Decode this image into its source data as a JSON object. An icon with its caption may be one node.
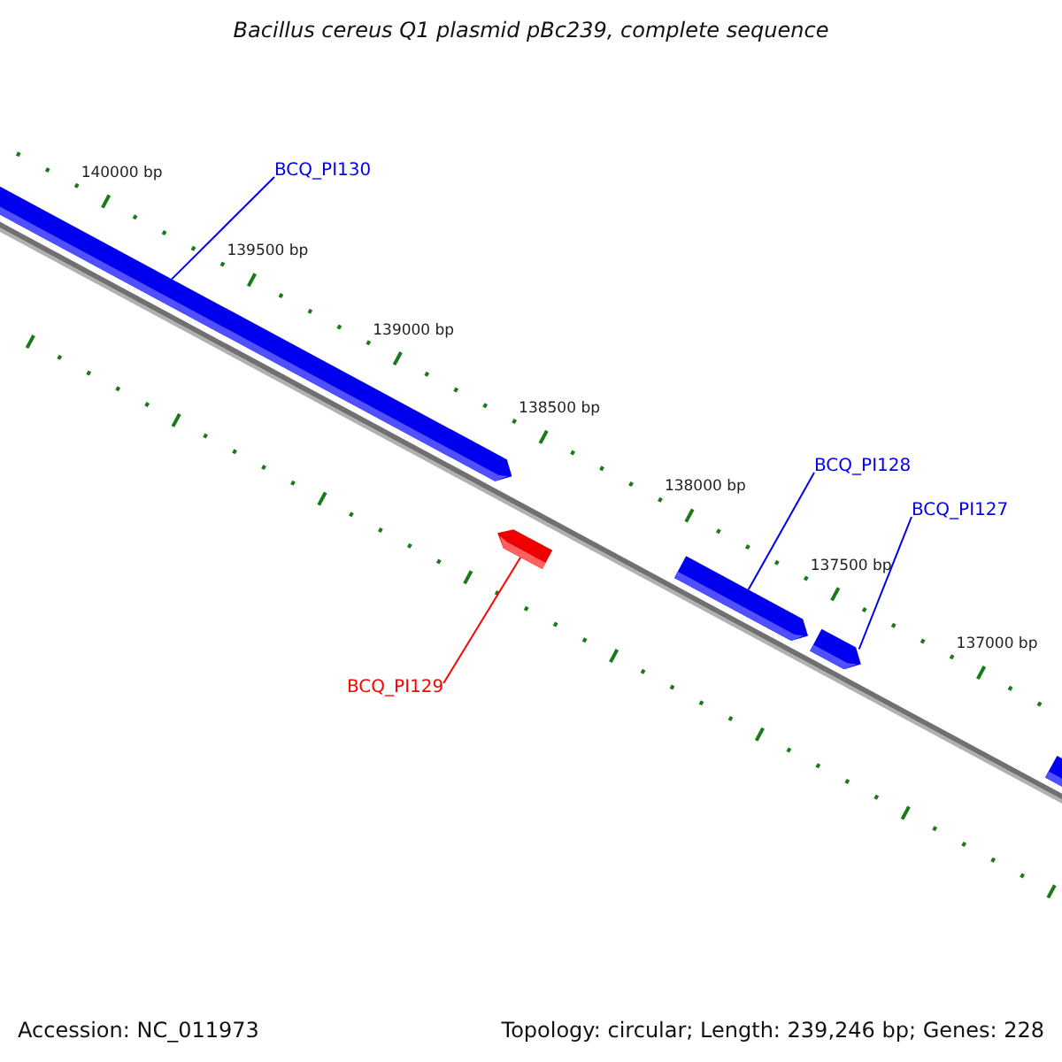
{
  "diagram": {
    "title": "Bacillus cereus Q1 plasmid pBc239, complete sequence",
    "nodes": [
      {
        "text": [
          "BCQ_PI130"
        ]
      },
      {
        "text": [],
        "shape": "arrow"
      },
      {
        "text": [
          "BCQ_PI129"
        ]
      },
      {
        "text": [],
        "shape": "arrow"
      },
      {
        "text": [
          "BCQ_PI128"
        ]
      },
      {
        "text": [],
        "shape": "arrow"
      },
      {
        "text": [
          "BCQ_PI127"
        ]
      },
      {
        "text": [],
        "shape": "arrow"
      },
      {
        "text": [],
        "shape": "arrow"
      }
    ],
    "edges": [
      {
        "from": 0,
        "to": 1,
        "arrow": "none"
      },
      {
        "from": 2,
        "to": 3,
        "arrow": "none",
        "color": "#ff0000"
      },
      {
        "from": 4,
        "to": 5,
        "arrow": "none"
      },
      {
        "from": 6,
        "to": 7,
        "arrow": "none"
      }
    ],
    "labels": [
      "140000 bp",
      "139500 bp",
      "139000 bp",
      "138500 bp",
      "138000 bp",
      "137500 bp",
      "137000 bp",
      "Accession: NC_011973",
      "Topology: circular; Length: 239,246 bp; Genes: 228"
    ]
  }
}
